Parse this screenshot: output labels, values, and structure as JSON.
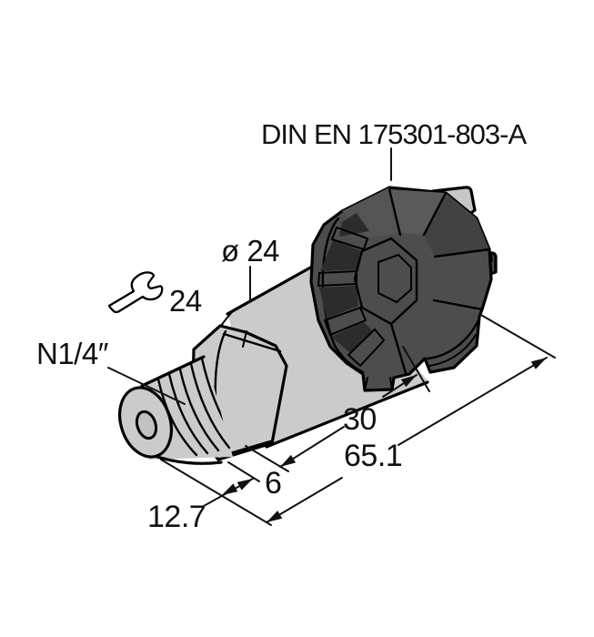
{
  "figure": {
    "type": "technical-drawing",
    "subject": "pressure transmitter with plug connector",
    "background": "#ffffff"
  },
  "labels": {
    "connector_standard": "DIN EN 175301-803-A",
    "diameter": "ø 24",
    "wrench_size": "24",
    "thread": "N1/4″"
  },
  "dimensions": {
    "body_length": "30",
    "overall_length": "65.1",
    "hex_length": "6",
    "thread_length": "12.7"
  },
  "icons": {
    "wrench": "wrench-icon"
  },
  "colors": {
    "outline": "#000000",
    "body_gray": "#cbcbcb",
    "connector_dark": "#4d4d4d",
    "connector_shadow": "#2c2c2c",
    "terminal_gray": "#c6c6c6",
    "text": "#111111"
  }
}
